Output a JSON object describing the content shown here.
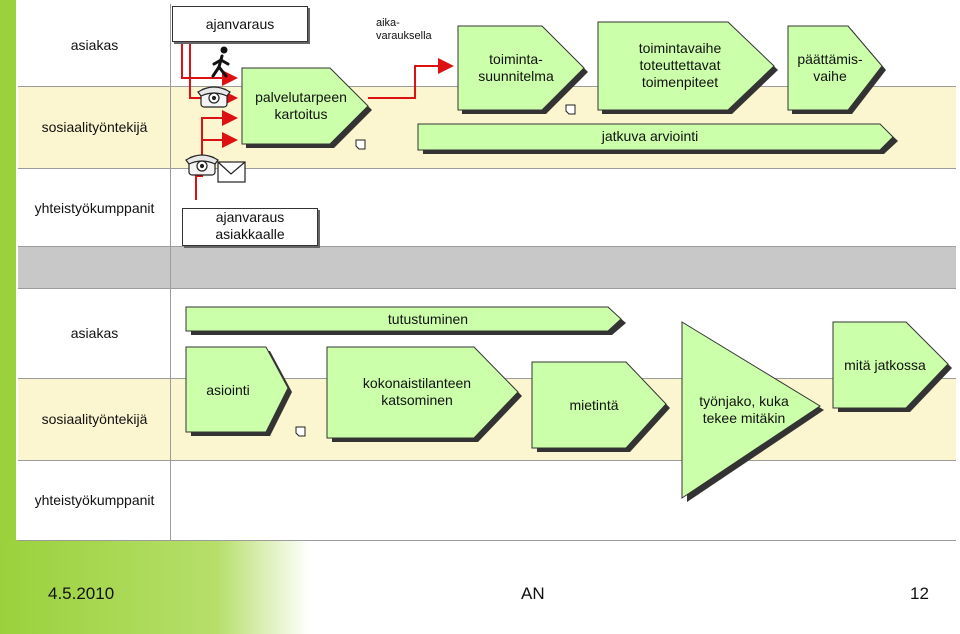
{
  "diagram": {
    "top": {
      "lanes": [
        "asiakas",
        "sosiaalityöntekijä",
        "yhteistyökumppanit"
      ],
      "boxes": {
        "ajanvaraus": "ajanvaraus",
        "ajanvaraus_asiakkaalle": [
          "ajanvaraus",
          "asiakkaalle"
        ]
      },
      "aikavaraus": [
        "aika-",
        "varauksella"
      ],
      "shapes": {
        "palvelutarpeen": [
          "palvelutarpeen",
          "kartoitus"
        ],
        "toimintasuunnitelma": [
          "toiminta-",
          "suunnitelma"
        ],
        "toimintavaihe": [
          "toimintavaihe",
          "toteuttettavat",
          "toimenpiteet"
        ],
        "paattamisvaihe": [
          "päättämis-",
          "vaihe"
        ],
        "jatkuva": "jatkuva arviointi"
      }
    },
    "bottom": {
      "lanes": [
        "asiakas",
        "sosiaalityöntekijä",
        "yhteistyökumppanit"
      ],
      "shapes": {
        "tutustuminen": "tutustuminen",
        "asiointi": "asiointi",
        "kokonaistilanteen": [
          "kokonaistilanteen",
          "katsominen"
        ],
        "mietinta": "mietintä",
        "tyonjako": [
          "työnjako, kuka",
          "tekee mitäkin"
        ],
        "mita_jatkossa": "mitä jatkossa"
      }
    }
  },
  "footer": {
    "date": "4.5.2010",
    "author": "AN",
    "page": "12"
  },
  "colors": {
    "shape_fill": "#ccffaa",
    "arrow_red": "#dd1111",
    "accent_green": "#9ad13c"
  }
}
